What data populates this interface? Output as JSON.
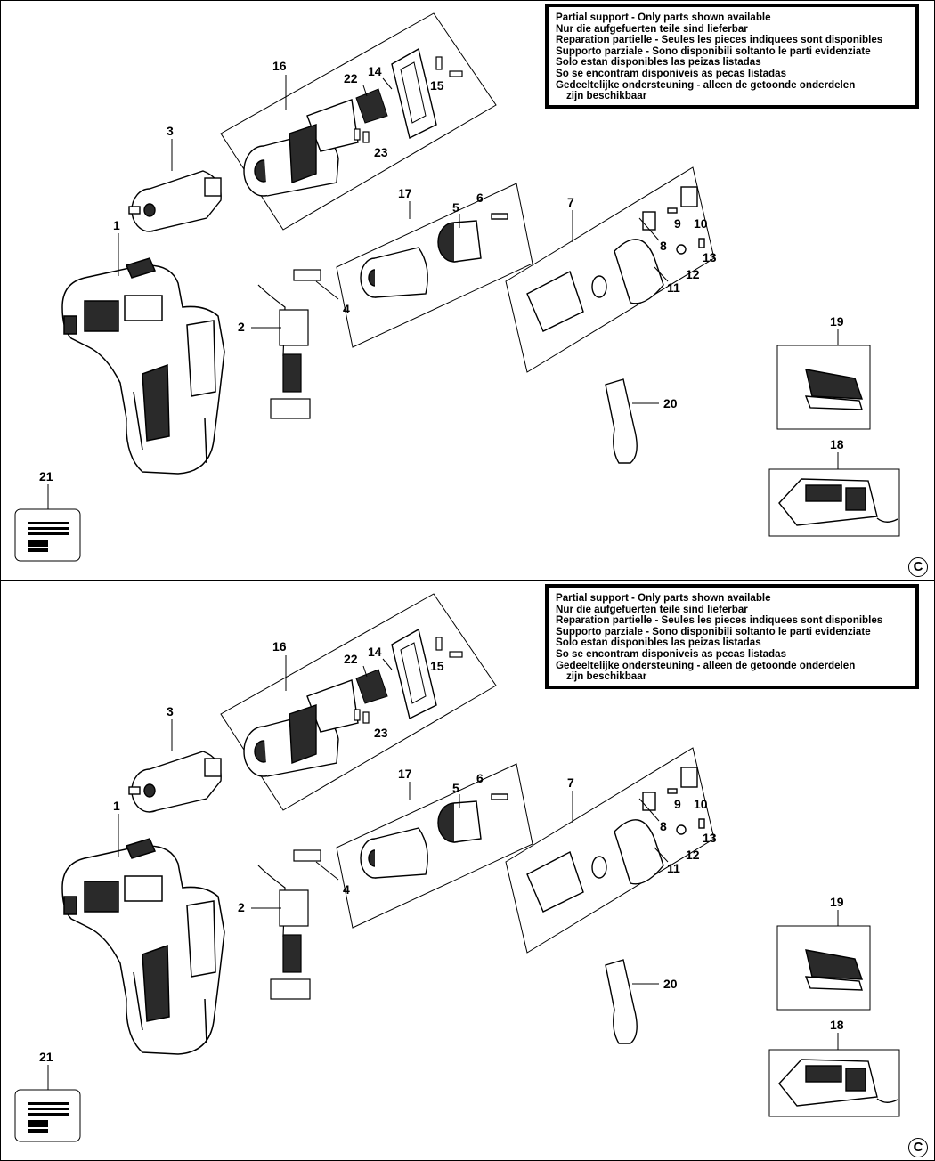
{
  "notice": {
    "lines": [
      "Partial support - Only parts shown available",
      "Nur die aufgefuerten teile sind lieferbar",
      "Reparation partielle - Seules les pieces indiquees sont disponibles",
      "Supporto parziale - Sono disponibili soltanto le parti evidenziate",
      "Solo estan disponibles las peizas listadas",
      "So se encontram disponiveis as pecas listadas",
      "Gedeeltelijke ondersteuning - alleen de getoonde onderdelen",
      "zijn beschikbaar"
    ]
  },
  "parts": {
    "p1": "1",
    "p2": "2",
    "p3": "3",
    "p4": "4",
    "p5": "5",
    "p6": "6",
    "p7": "7",
    "p8": "8",
    "p9": "9",
    "p10": "10",
    "p11": "11",
    "p12": "12",
    "p13": "13",
    "p14": "14",
    "p15": "15",
    "p16": "16",
    "p17": "17",
    "p18": "18",
    "p19": "19",
    "p20": "20",
    "p21": "21",
    "p22": "22",
    "p23": "23"
  },
  "copyright_symbol": "C",
  "colors": {
    "ink": "#000000",
    "paper": "#ffffff",
    "fill_light": "#e8e8e8",
    "fill_dark": "#2a2a2a"
  }
}
